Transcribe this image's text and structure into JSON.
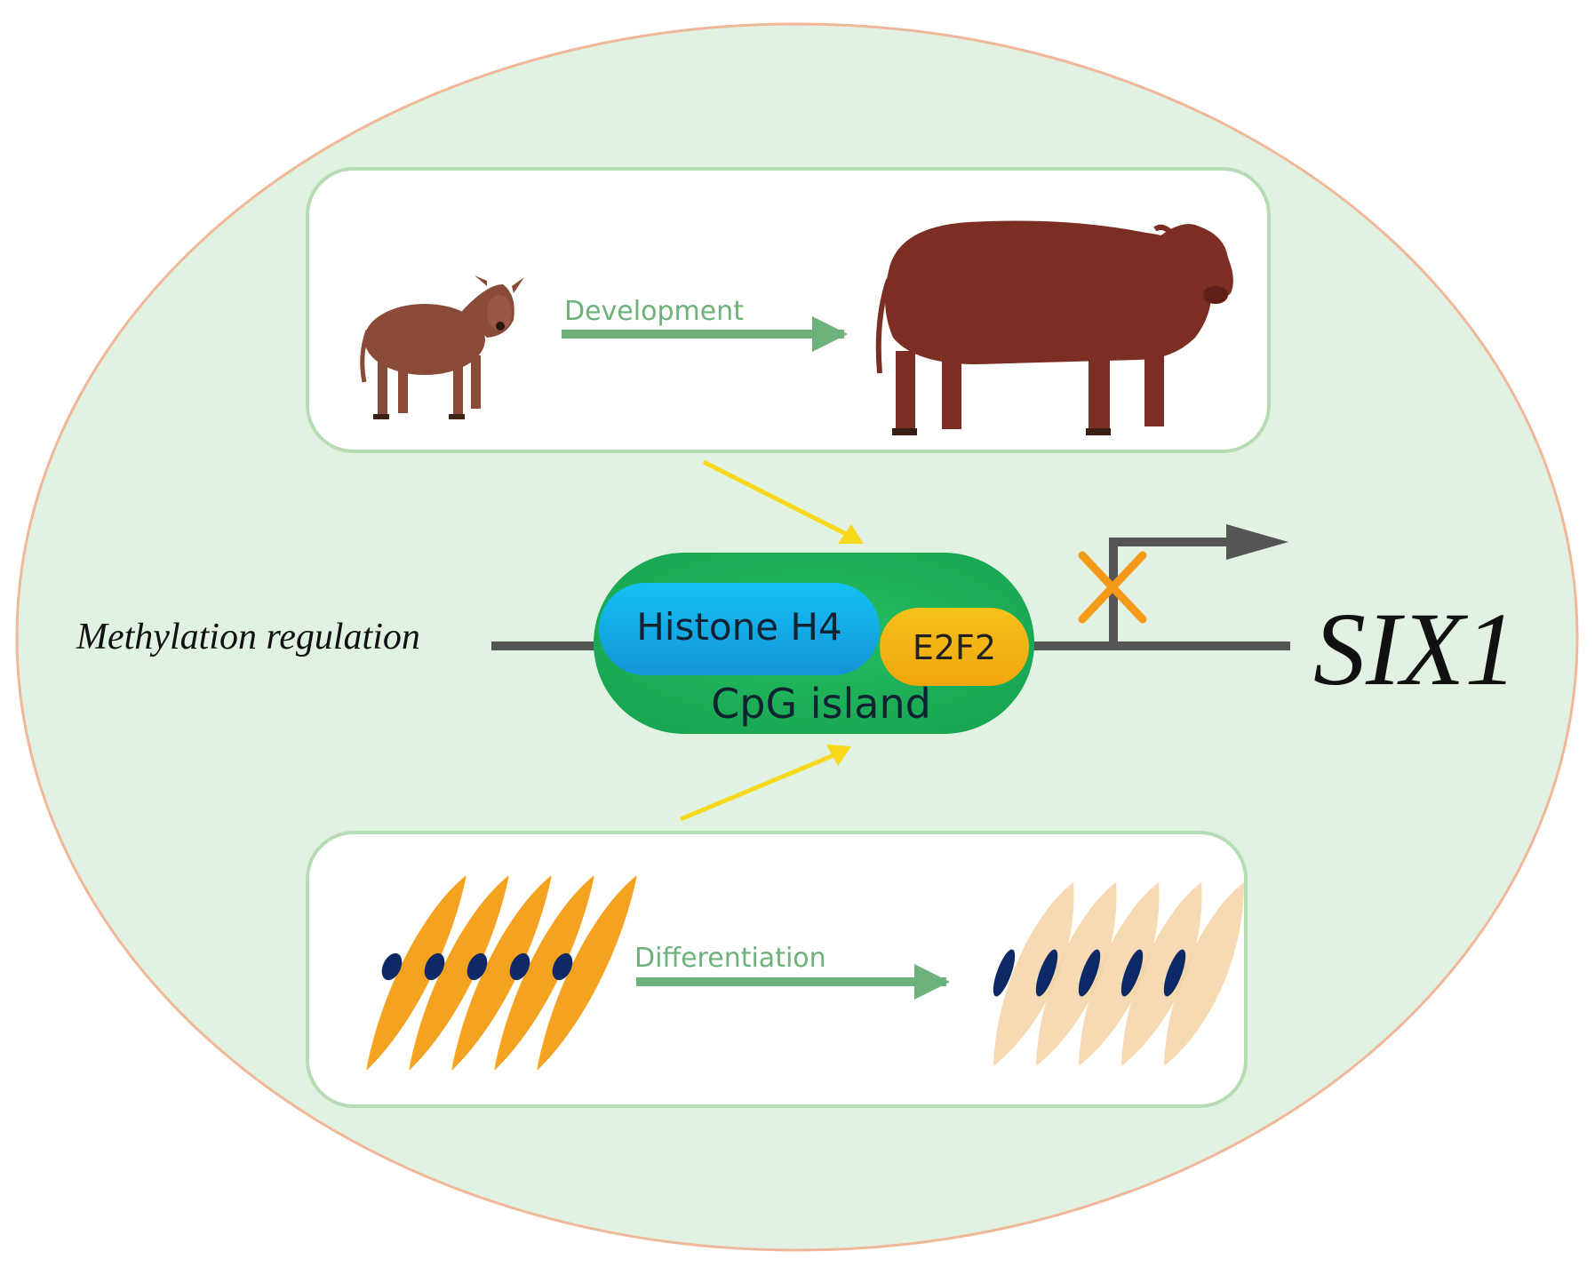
{
  "labels": {
    "development": "Development",
    "differentiation": "Differentiation",
    "methylation": "Methylation regulation",
    "histone": "Histone H4",
    "e2f2": "E2F2",
    "cpg": "CpG island",
    "gene": "SIX1"
  },
  "colors": {
    "cell_fill": "#e1f2e3",
    "cell_border": "#f0b898",
    "panel_border": "#b7dcb5",
    "green_arrow": "#6cb27a",
    "yellow_arrow": "#f7d81a",
    "cpg_fill": "#1cb45a",
    "histone_fill": "#17a7e8",
    "e2f2_fill": "#f7b812",
    "line": "#555555",
    "block_x": "#f59a18",
    "calf": "#8a4a38",
    "bull": "#7d2e22",
    "myoblast": "#f3a31f",
    "myotube": "#f4d4a6",
    "nucleus": "#0e2a66"
  },
  "icons": {
    "calf": "calf-image",
    "bull": "bull-image",
    "myoblasts": "myoblast-cells",
    "myotubes": "myotube-cells",
    "transcription_start": "transcription-arrow-icon",
    "block": "block-x-icon"
  }
}
